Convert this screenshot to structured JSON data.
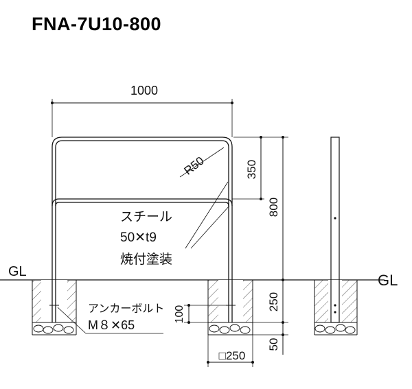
{
  "title": "FNA-7U10-800",
  "dimensions": {
    "width": "1000",
    "radius": "R50",
    "upper": "350",
    "height": "800",
    "embed": "250",
    "anchor_depth": "100",
    "base": "50",
    "footing": "□250"
  },
  "labels": {
    "gl_left": "GL",
    "gl_right": "GL",
    "material_line1": "スチール",
    "material_line2": "50✕t9",
    "material_line3": "焼付塗装",
    "anchor_line1": "アンカーボルト",
    "anchor_line2": "M８✕65"
  }
}
